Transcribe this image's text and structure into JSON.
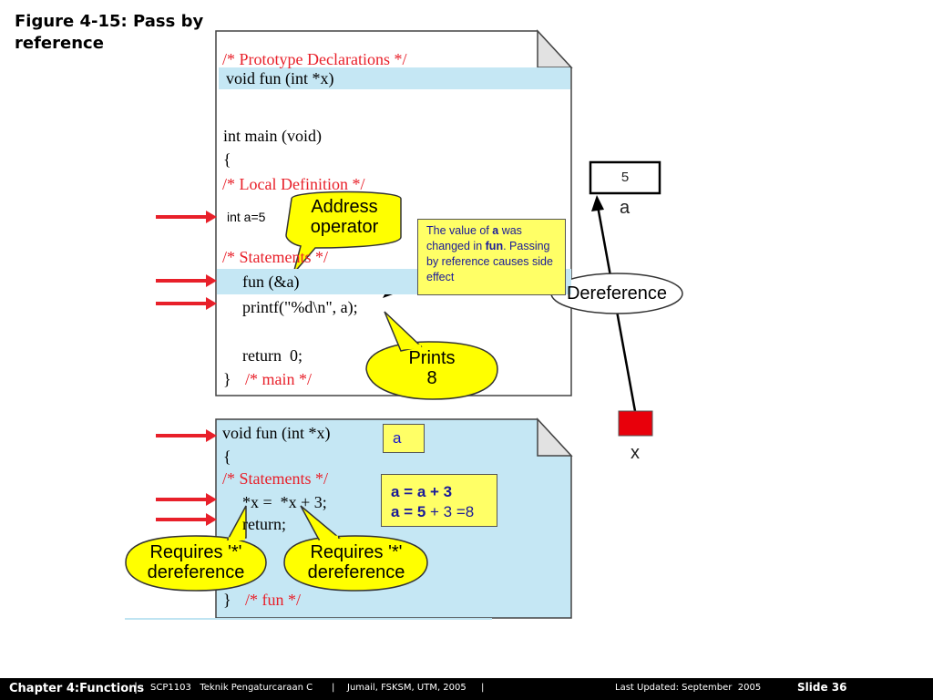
{
  "slide_title": "Figure 4-15: Pass by reference",
  "main_box": {
    "line1": "/* Prototype Declarations */",
    "line2": "void fun (int *x)",
    "line3": "int main (void)",
    "line4": "{",
    "line5": "/* Local Definition */",
    "line6": "int a=5",
    "line7": "/* Statements */",
    "line8": "fun (&a)",
    "line9": "printf(\"%d\\n\", a);",
    "line10": "return  0;",
    "line11_brace": "}",
    "line11_comment": "/* main */"
  },
  "fun_box": {
    "line1": "void fun (int *x)",
    "line2": "{",
    "line3": "/* Statements */",
    "line4": "*x =  *x + 3;",
    "line5": "return;",
    "line6_brace": "}",
    "line6_comment": "/* fun */",
    "a_label": "a"
  },
  "callouts": {
    "address_operator_line1": "Address",
    "address_operator_line2": "operator",
    "prints_line1": "Prints",
    "prints_line2": "8",
    "requires1_line1": "Requires '*'",
    "requires1_line2": "dereference",
    "requires2_line1": "Requires '*'",
    "requires2_line2": "dereference",
    "dereference": "Dereference"
  },
  "note": {
    "part1": "The value of ",
    "a": "a",
    "part2": " was changed in ",
    "fun": "fun",
    "part3": ". Passing by reference causes side effect"
  },
  "equation": {
    "line1": "a = a + 3",
    "line2_a": "a = 5",
    "line2_b": " + 3 =8"
  },
  "memory": {
    "a_value": "5",
    "a_label": "a",
    "x_label": "x"
  },
  "footer": {
    "chapter": "Chapter 4:Functions",
    "course": "SCP1103   Teknik Pengaturcaraan C",
    "author": "Jumail, FSKSM, UTM, 2005",
    "updated": "Last Updated: September  2005",
    "slide": "Slide 36"
  },
  "colors": {
    "arrow_red": "#e8202a",
    "highlight_blue": "#c5e7f4",
    "callout_yellow": "#ffff00",
    "note_yellow": "#ffff66"
  }
}
